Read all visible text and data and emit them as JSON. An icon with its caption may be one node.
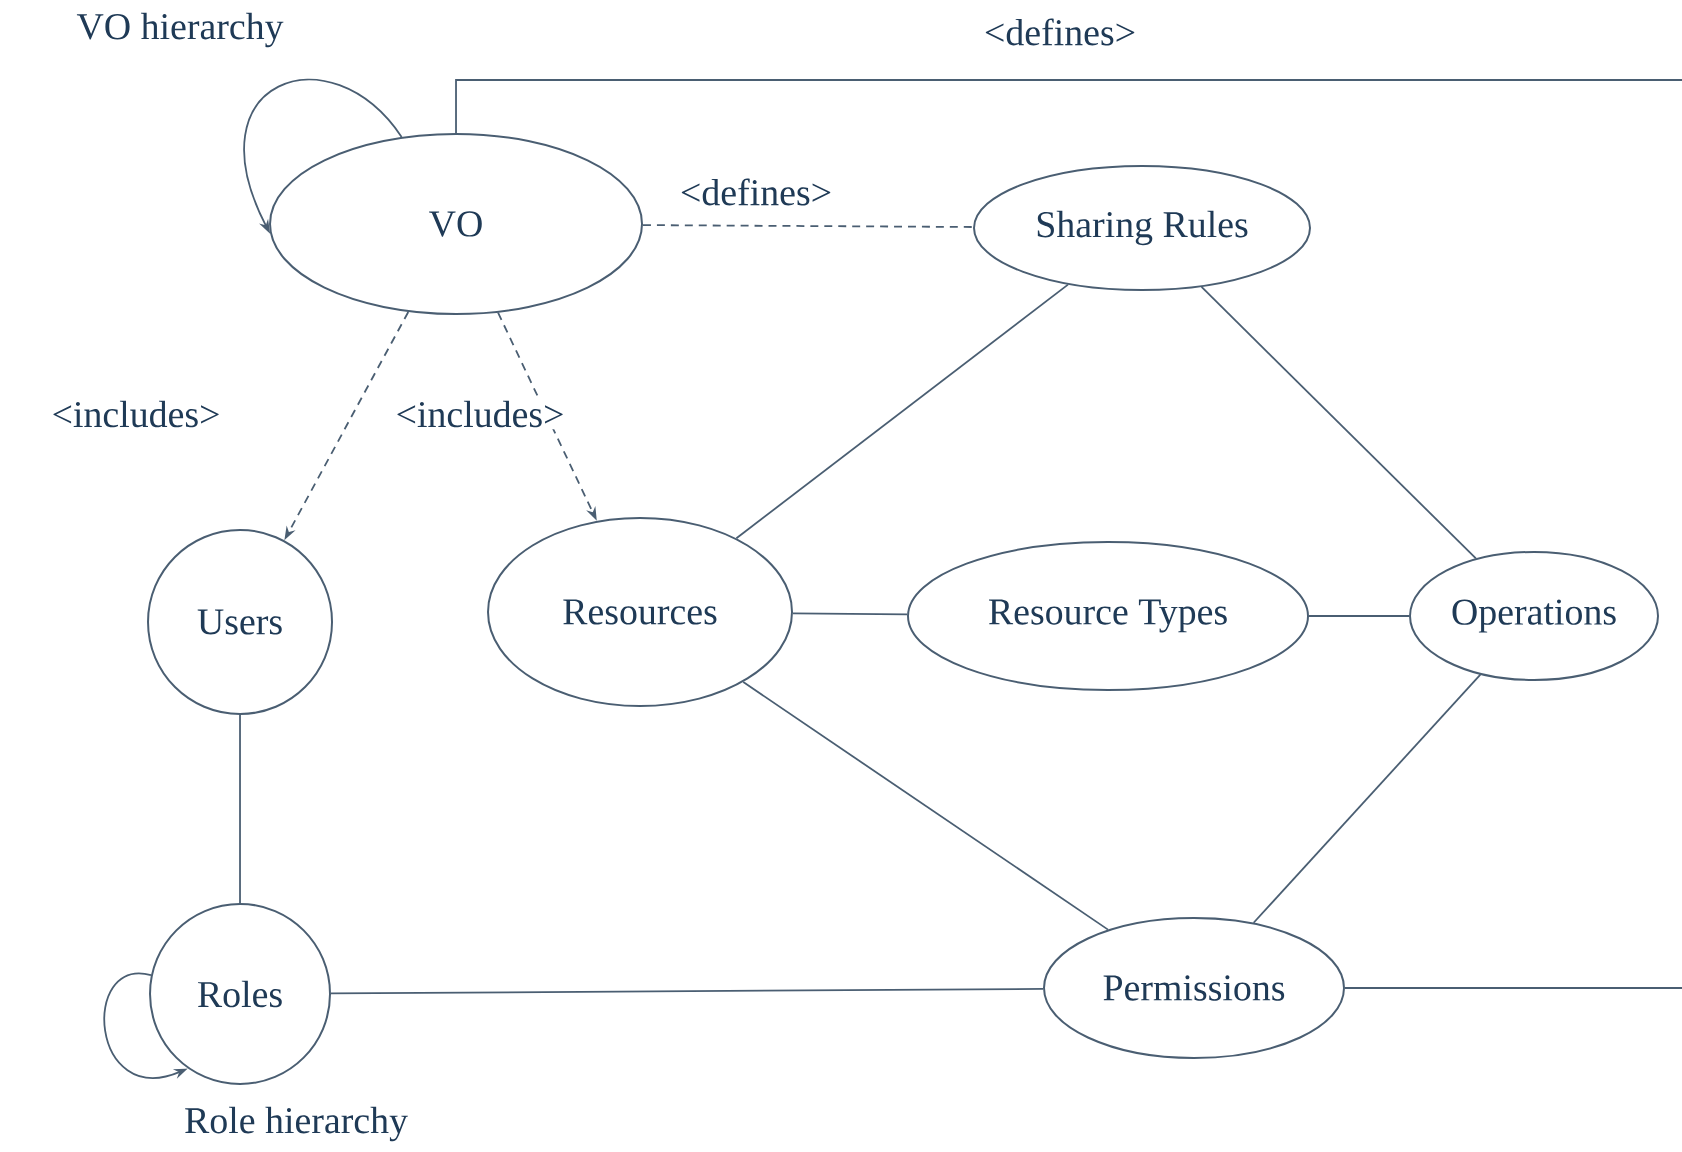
{
  "diagram": {
    "nodes": [
      {
        "text": [
          "VO"
        ]
      },
      {
        "text": [
          "Sharing Rules"
        ]
      },
      {
        "text": [
          "Users"
        ]
      },
      {
        "text": [
          "Resources"
        ]
      },
      {
        "text": [
          "Resource Types"
        ]
      },
      {
        "text": [
          "Operations"
        ]
      },
      {
        "text": [
          "Roles"
        ]
      },
      {
        "text": [
          "Permissions"
        ]
      }
    ],
    "edges": [
      {
        "from": 0,
        "to": 0,
        "arrow": "to",
        "label": "VO hierarchy"
      },
      {
        "from": 0,
        "to": 1,
        "arrow": "none",
        "style": "dashed",
        "label": "<defines>"
      },
      {
        "from": 0,
        "to": 2,
        "arrow": "to",
        "style": "dashed",
        "label": "<includes>"
      },
      {
        "from": 0,
        "to": 3,
        "arrow": "to",
        "style": "dashed",
        "label": "<includes>"
      },
      {
        "from": 1,
        "to": 3,
        "arrow": "none"
      },
      {
        "from": 1,
        "to": 5,
        "arrow": "none"
      },
      {
        "from": 3,
        "to": 4,
        "arrow": "none"
      },
      {
        "from": 4,
        "to": 5,
        "arrow": "none"
      },
      {
        "from": 3,
        "to": 7,
        "arrow": "none"
      },
      {
        "from": 5,
        "to": 7,
        "arrow": "none"
      },
      {
        "from": 2,
        "to": 6,
        "arrow": "none"
      },
      {
        "from": 6,
        "to": 7,
        "arrow": "none"
      },
      {
        "from": 6,
        "to": 6,
        "arrow": "to",
        "label": "Role hierarchy"
      },
      {
        "from": 0,
        "to": 7,
        "arrow": "none",
        "label": "<defines>"
      }
    ]
  }
}
